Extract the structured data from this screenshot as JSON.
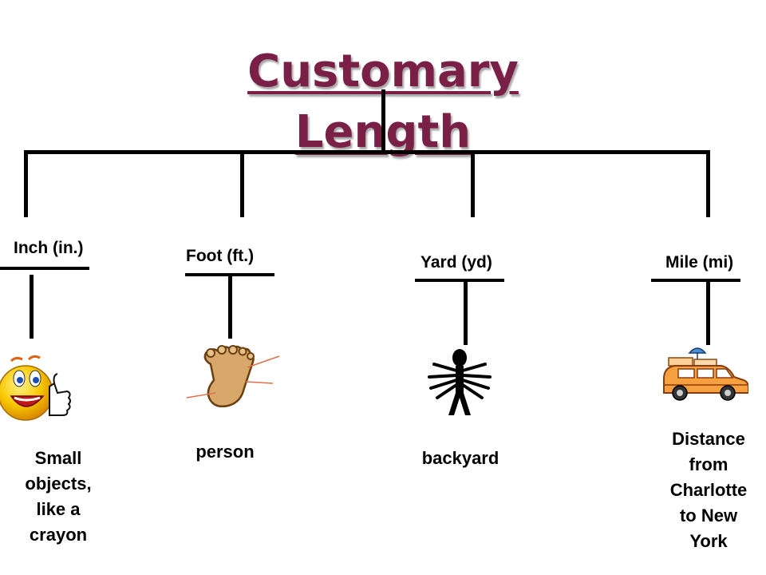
{
  "title": "Customary Length",
  "units": [
    {
      "label": "Inch (in.)",
      "example": "Small\nobjects,\nlike a\ncrayon",
      "icon": "smiley-thumbs-up-icon"
    },
    {
      "label": "Foot (ft.)",
      "example": "person",
      "icon": "measured-foot-icon"
    },
    {
      "label": "Yard (yd)",
      "example": "backyard",
      "icon": "many-armed-figure-icon"
    },
    {
      "label": "Mile (mi)",
      "example": "Distance\nfrom\nCharlotte\nto New\nYork",
      "icon": "car-with-luggage-icon"
    }
  ],
  "colors": {
    "title": "#7a2047",
    "lines": "#000000"
  }
}
